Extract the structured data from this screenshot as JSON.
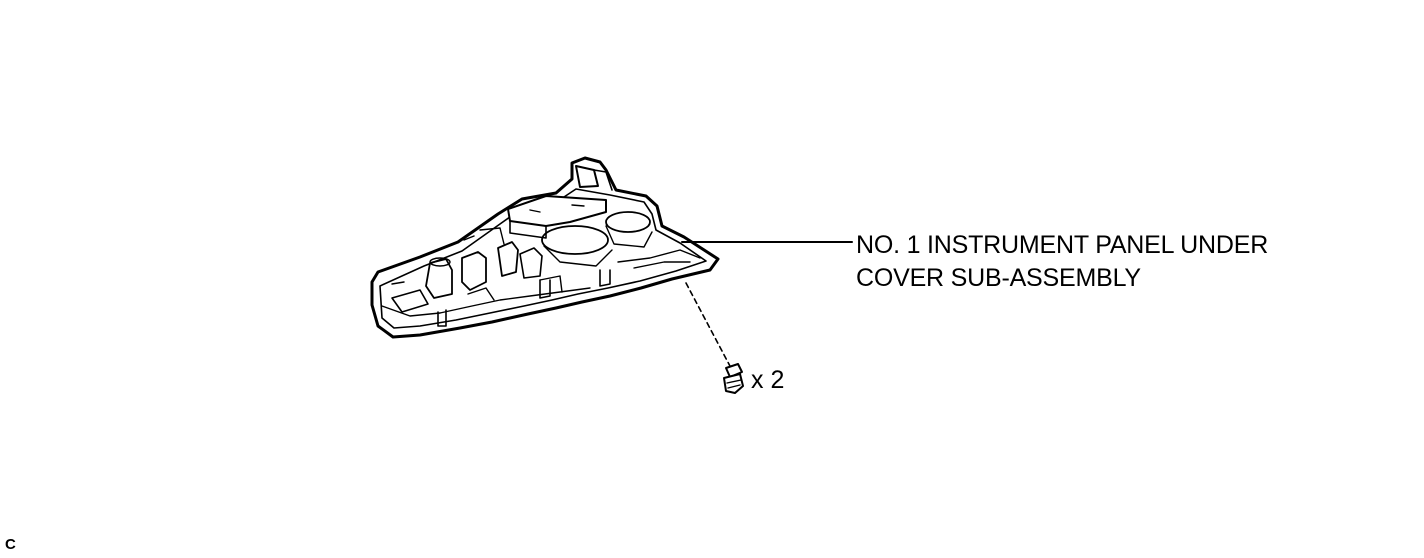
{
  "part_label": {
    "line1": "NO. 1 INSTRUMENT PANEL UNDER",
    "line2": "COVER SUB-ASSEMBLY"
  },
  "fastener": {
    "quantity": "x 2"
  },
  "corner_code": "C"
}
